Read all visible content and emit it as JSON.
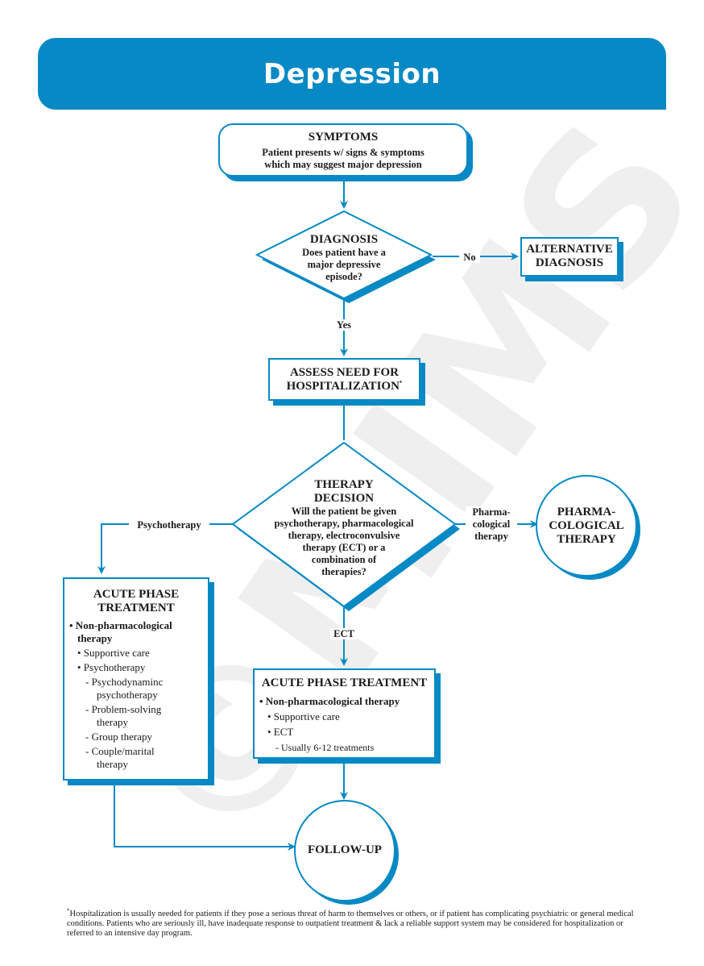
{
  "header": {
    "title": "Depression"
  },
  "watermark": "©MIMS",
  "nodes": {
    "symptoms": {
      "title": "SYMPTOMS",
      "line1": "Patient presents w/ signs & symptoms",
      "line2": "which may suggest major depression"
    },
    "diagnosis": {
      "title": "DIAGNOSIS",
      "line1": "Does patient have a",
      "line2": "major depressive",
      "line3": "episode?"
    },
    "alternative": {
      "line1": "ALTERNATIVE",
      "line2": "DIAGNOSIS"
    },
    "assess": {
      "line1": "ASSESS NEED FOR",
      "line2": "HOSPITALIZATION",
      "mark": "*"
    },
    "therapy": {
      "title1": "THERAPY",
      "title2": "DECISION",
      "line1": "Will the patient be given",
      "line2": "psychotherapy, pharmacological",
      "line3": "therapy, electroconvulsive",
      "line4": "therapy (ECT) or a",
      "line5": "combination of",
      "line6": "therapies?"
    },
    "pharma": {
      "line1": "PHARMA-",
      "line2": "COLOGICAL",
      "line3": "THERAPY"
    },
    "acute_left": {
      "title1": "ACUTE PHASE",
      "title2": "TREATMENT",
      "items": [
        "• Non-pharmacological",
        "therapy",
        "• Supportive care",
        "• Psychotherapy",
        "- Psychodynaminc",
        "psychotherapy",
        "- Problem-solving",
        "therapy",
        "- Group therapy",
        "- Couple/marital",
        "therapy"
      ]
    },
    "acute_center": {
      "title": "ACUTE PHASE TREATMENT",
      "items": [
        "• Non-pharmacological therapy",
        "• Supportive care",
        "• ECT",
        "- Usually 6-12 treatments"
      ]
    },
    "followup": {
      "title": "FOLLOW-UP"
    }
  },
  "edge_labels": {
    "no": "No",
    "yes": "Yes",
    "psychotherapy": "Psychotherapy",
    "pharma1": "Pharma-",
    "pharma2": "cological",
    "pharma3": "therapy",
    "ect": "ECT"
  },
  "footnote": {
    "mark": "*",
    "text": "Hospitalization is usually needed for patients if they pose a serious threat of harm to themselves or others, or if patient has complicating psychiatric or general medical conditions. Patients who are seriously ill, have inadequate response to outpatient treatment & lack a reliable support system may be considered for hospitalization or referred to an intensive day program."
  },
  "colors": {
    "accent": "#0789c5",
    "watermark": "#ececec"
  }
}
